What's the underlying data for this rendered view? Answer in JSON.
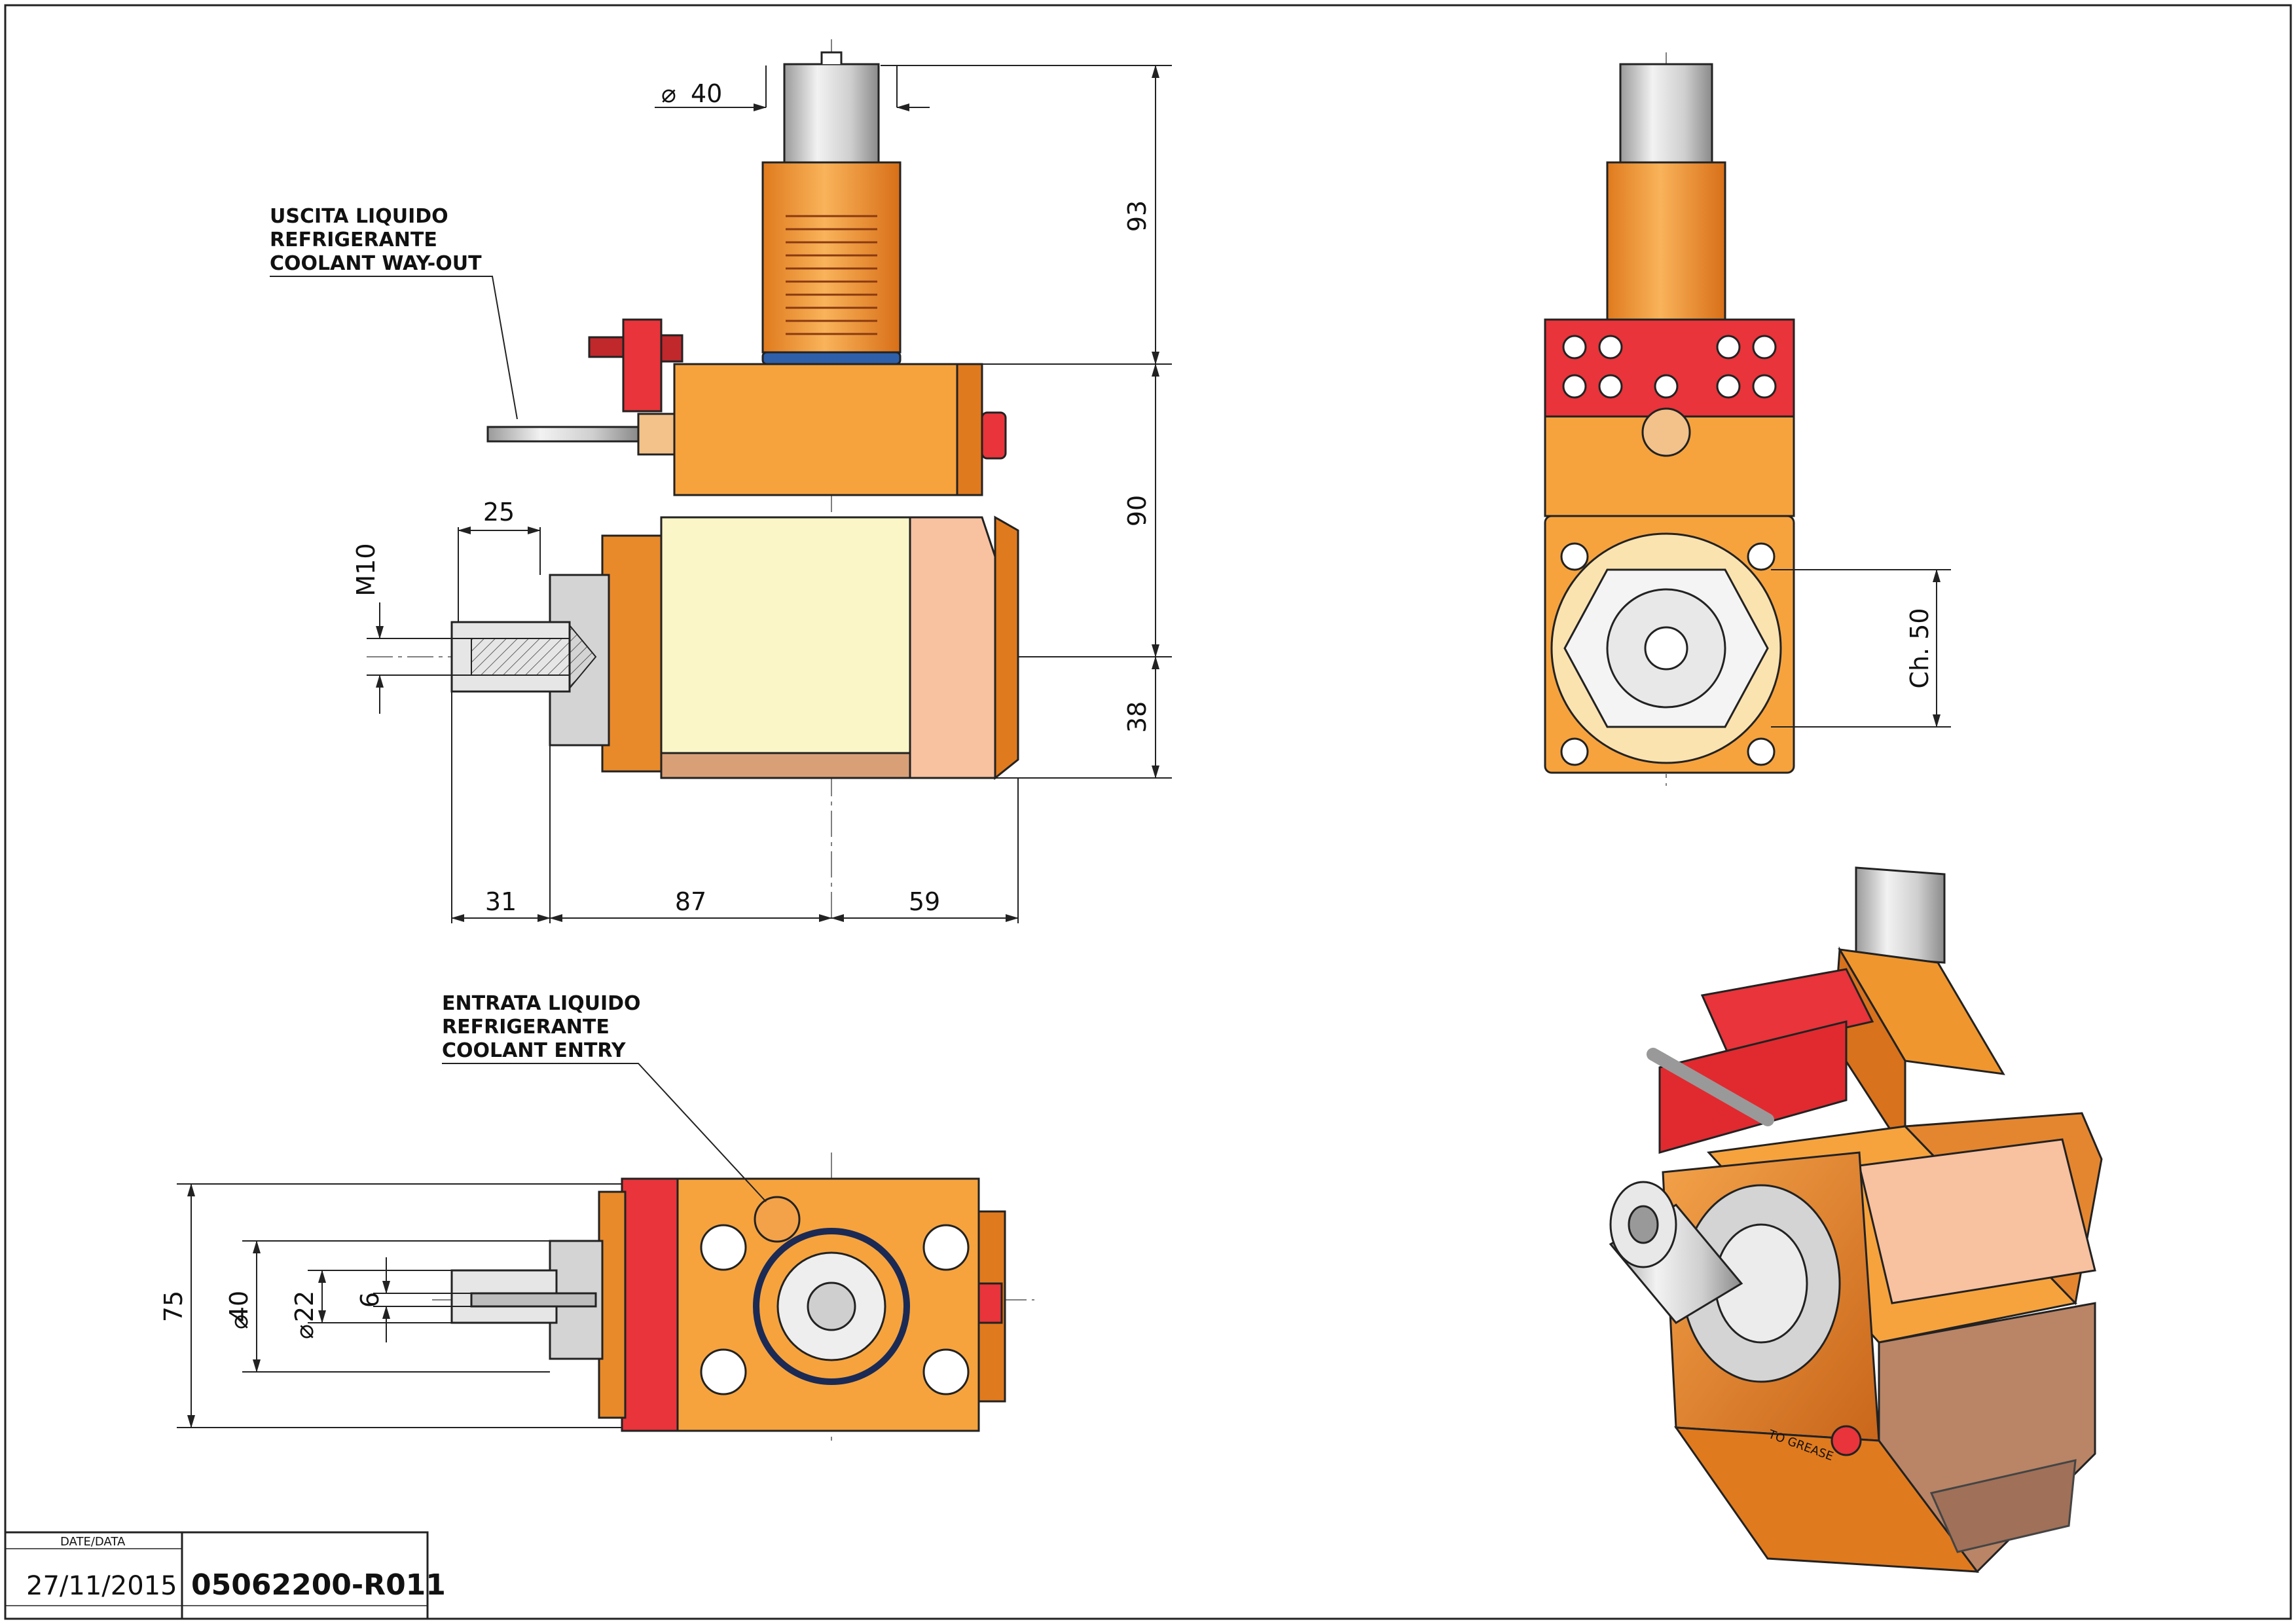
{
  "colors": {
    "orange": "#F6A33E",
    "orange_dark": "#E07A1E",
    "orange_light": "#FBC37A",
    "red": "#E8343A",
    "cream": "#FBF6C8",
    "peach": "#F8C1A0",
    "brown": "#B98566",
    "steel": "#D8D8D8",
    "steel_dark": "#9A9A9A",
    "line": "#222222"
  },
  "dimensions": {
    "shaft_diameter": "40",
    "height_top": "93",
    "height_mid": "90",
    "height_low": "38",
    "thread": "M10",
    "shank_length": "25",
    "len_left": "31",
    "len_mid": "87",
    "len_right": "59",
    "wrench_flat": "Ch. 50",
    "width_total": "75",
    "diam_outer": "40",
    "diam_inner": "22",
    "key_width": "6"
  },
  "notes": {
    "coolant_out_it_1": "USCITA LIQUIDO",
    "coolant_out_it_2": "REFRIGERANTE",
    "coolant_out_en": "COOLANT WAY-OUT",
    "coolant_in_it_1": "ENTRATA LIQUIDO",
    "coolant_in_it_2": "REFRIGERANTE",
    "coolant_in_en": "COOLANT ENTRY"
  },
  "title_block": {
    "date_label": "DATE/DATA",
    "date": "27/11/2015",
    "code": "05062200-R011"
  },
  "iso_label": "TO GREASE"
}
